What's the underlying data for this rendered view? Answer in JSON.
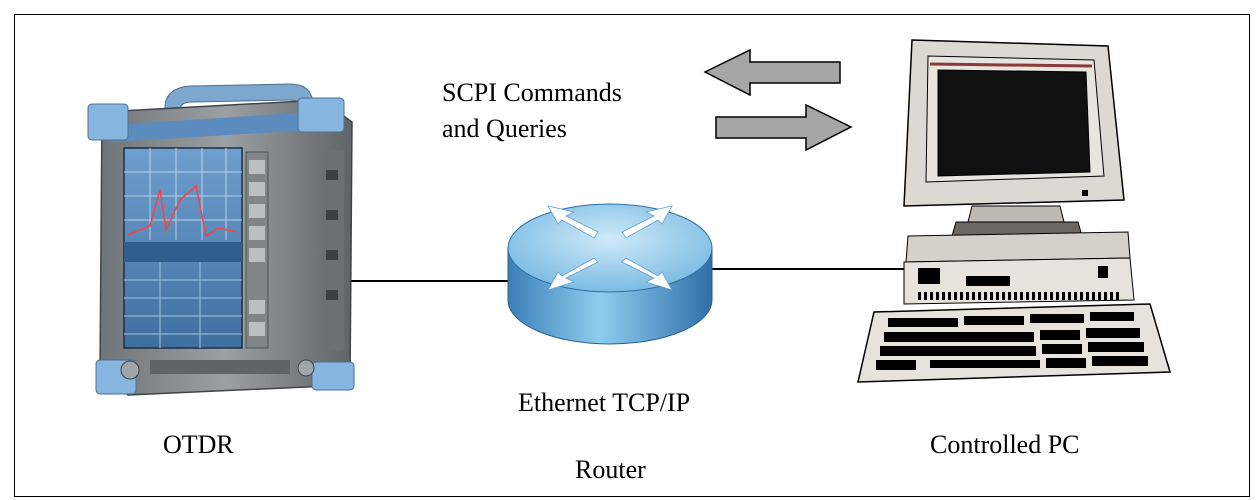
{
  "diagram": {
    "labels": {
      "scpi": "SCPI Commands\nand Queries",
      "ethernet": "Ethernet TCP/IP",
      "otdr": "OTDR",
      "router": "Router",
      "pc": "Controlled PC"
    },
    "nodes": [
      {
        "id": "otdr",
        "icon": "otdr-instrument-icon"
      },
      {
        "id": "router",
        "icon": "network-router-icon"
      },
      {
        "id": "pc",
        "icon": "desktop-computer-icon"
      }
    ],
    "edges": [
      {
        "from": "otdr",
        "to": "router"
      },
      {
        "from": "router",
        "to": "pc"
      }
    ],
    "arrows": [
      {
        "direction": "left",
        "color": "#a6a6a6"
      },
      {
        "direction": "right",
        "color": "#a6a6a6"
      }
    ],
    "colors": {
      "router_blue": "#7fc1e6",
      "monitor_beige": "#d9d6d0",
      "otdr_blue": "#6fa3cf",
      "arrow_gray": "#a6a6a6"
    }
  }
}
